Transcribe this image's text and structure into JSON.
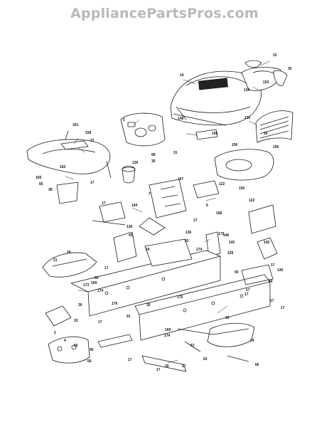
{
  "watermark": {
    "text": "AppliancePartsPros.com"
  },
  "callouts": [
    {
      "n": "15"
    },
    {
      "n": "35"
    },
    {
      "n": "14"
    },
    {
      "n": "153"
    },
    {
      "n": "130"
    },
    {
      "n": "148"
    },
    {
      "n": "5"
    },
    {
      "n": "130"
    },
    {
      "n": "16"
    },
    {
      "n": "156"
    },
    {
      "n": "190"
    },
    {
      "n": "156"
    },
    {
      "n": "161"
    },
    {
      "n": "158"
    },
    {
      "n": "37"
    },
    {
      "n": "68"
    },
    {
      "n": "31"
    },
    {
      "n": "35"
    },
    {
      "n": "139"
    },
    {
      "n": "162"
    },
    {
      "n": "165"
    },
    {
      "n": "66"
    },
    {
      "n": "38"
    },
    {
      "n": "17"
    },
    {
      "n": "167"
    },
    {
      "n": "122"
    },
    {
      "n": "150"
    },
    {
      "n": "122"
    },
    {
      "n": "7"
    },
    {
      "n": "6"
    },
    {
      "n": "17"
    },
    {
      "n": "168"
    },
    {
      "n": "144"
    },
    {
      "n": "17"
    },
    {
      "n": "130"
    },
    {
      "n": "146"
    },
    {
      "n": "142"
    },
    {
      "n": "136"
    },
    {
      "n": "172"
    },
    {
      "n": "32"
    },
    {
      "n": "43"
    },
    {
      "n": "24"
    },
    {
      "n": "174"
    },
    {
      "n": "139"
    },
    {
      "n": "142"
    },
    {
      "n": "17"
    },
    {
      "n": "28"
    },
    {
      "n": "21"
    },
    {
      "n": "17"
    },
    {
      "n": "65"
    },
    {
      "n": "173"
    },
    {
      "n": "174"
    },
    {
      "n": "169"
    },
    {
      "n": "50"
    },
    {
      "n": "130"
    },
    {
      "n": "17"
    },
    {
      "n": "44"
    },
    {
      "n": "17"
    },
    {
      "n": "175"
    },
    {
      "n": "30"
    },
    {
      "n": "19"
    },
    {
      "n": "176"
    },
    {
      "n": "35"
    },
    {
      "n": "17"
    },
    {
      "n": "17"
    },
    {
      "n": "34"
    },
    {
      "n": "91"
    },
    {
      "n": "2"
    },
    {
      "n": "66"
    },
    {
      "n": "17"
    },
    {
      "n": "95"
    },
    {
      "n": "169"
    },
    {
      "n": "174"
    },
    {
      "n": "67"
    },
    {
      "n": "63"
    },
    {
      "n": "17"
    },
    {
      "n": "24"
    },
    {
      "n": "17"
    },
    {
      "n": "39"
    },
    {
      "n": "17"
    },
    {
      "n": "66"
    },
    {
      "n": "4"
    },
    {
      "n": "66"
    }
  ]
}
